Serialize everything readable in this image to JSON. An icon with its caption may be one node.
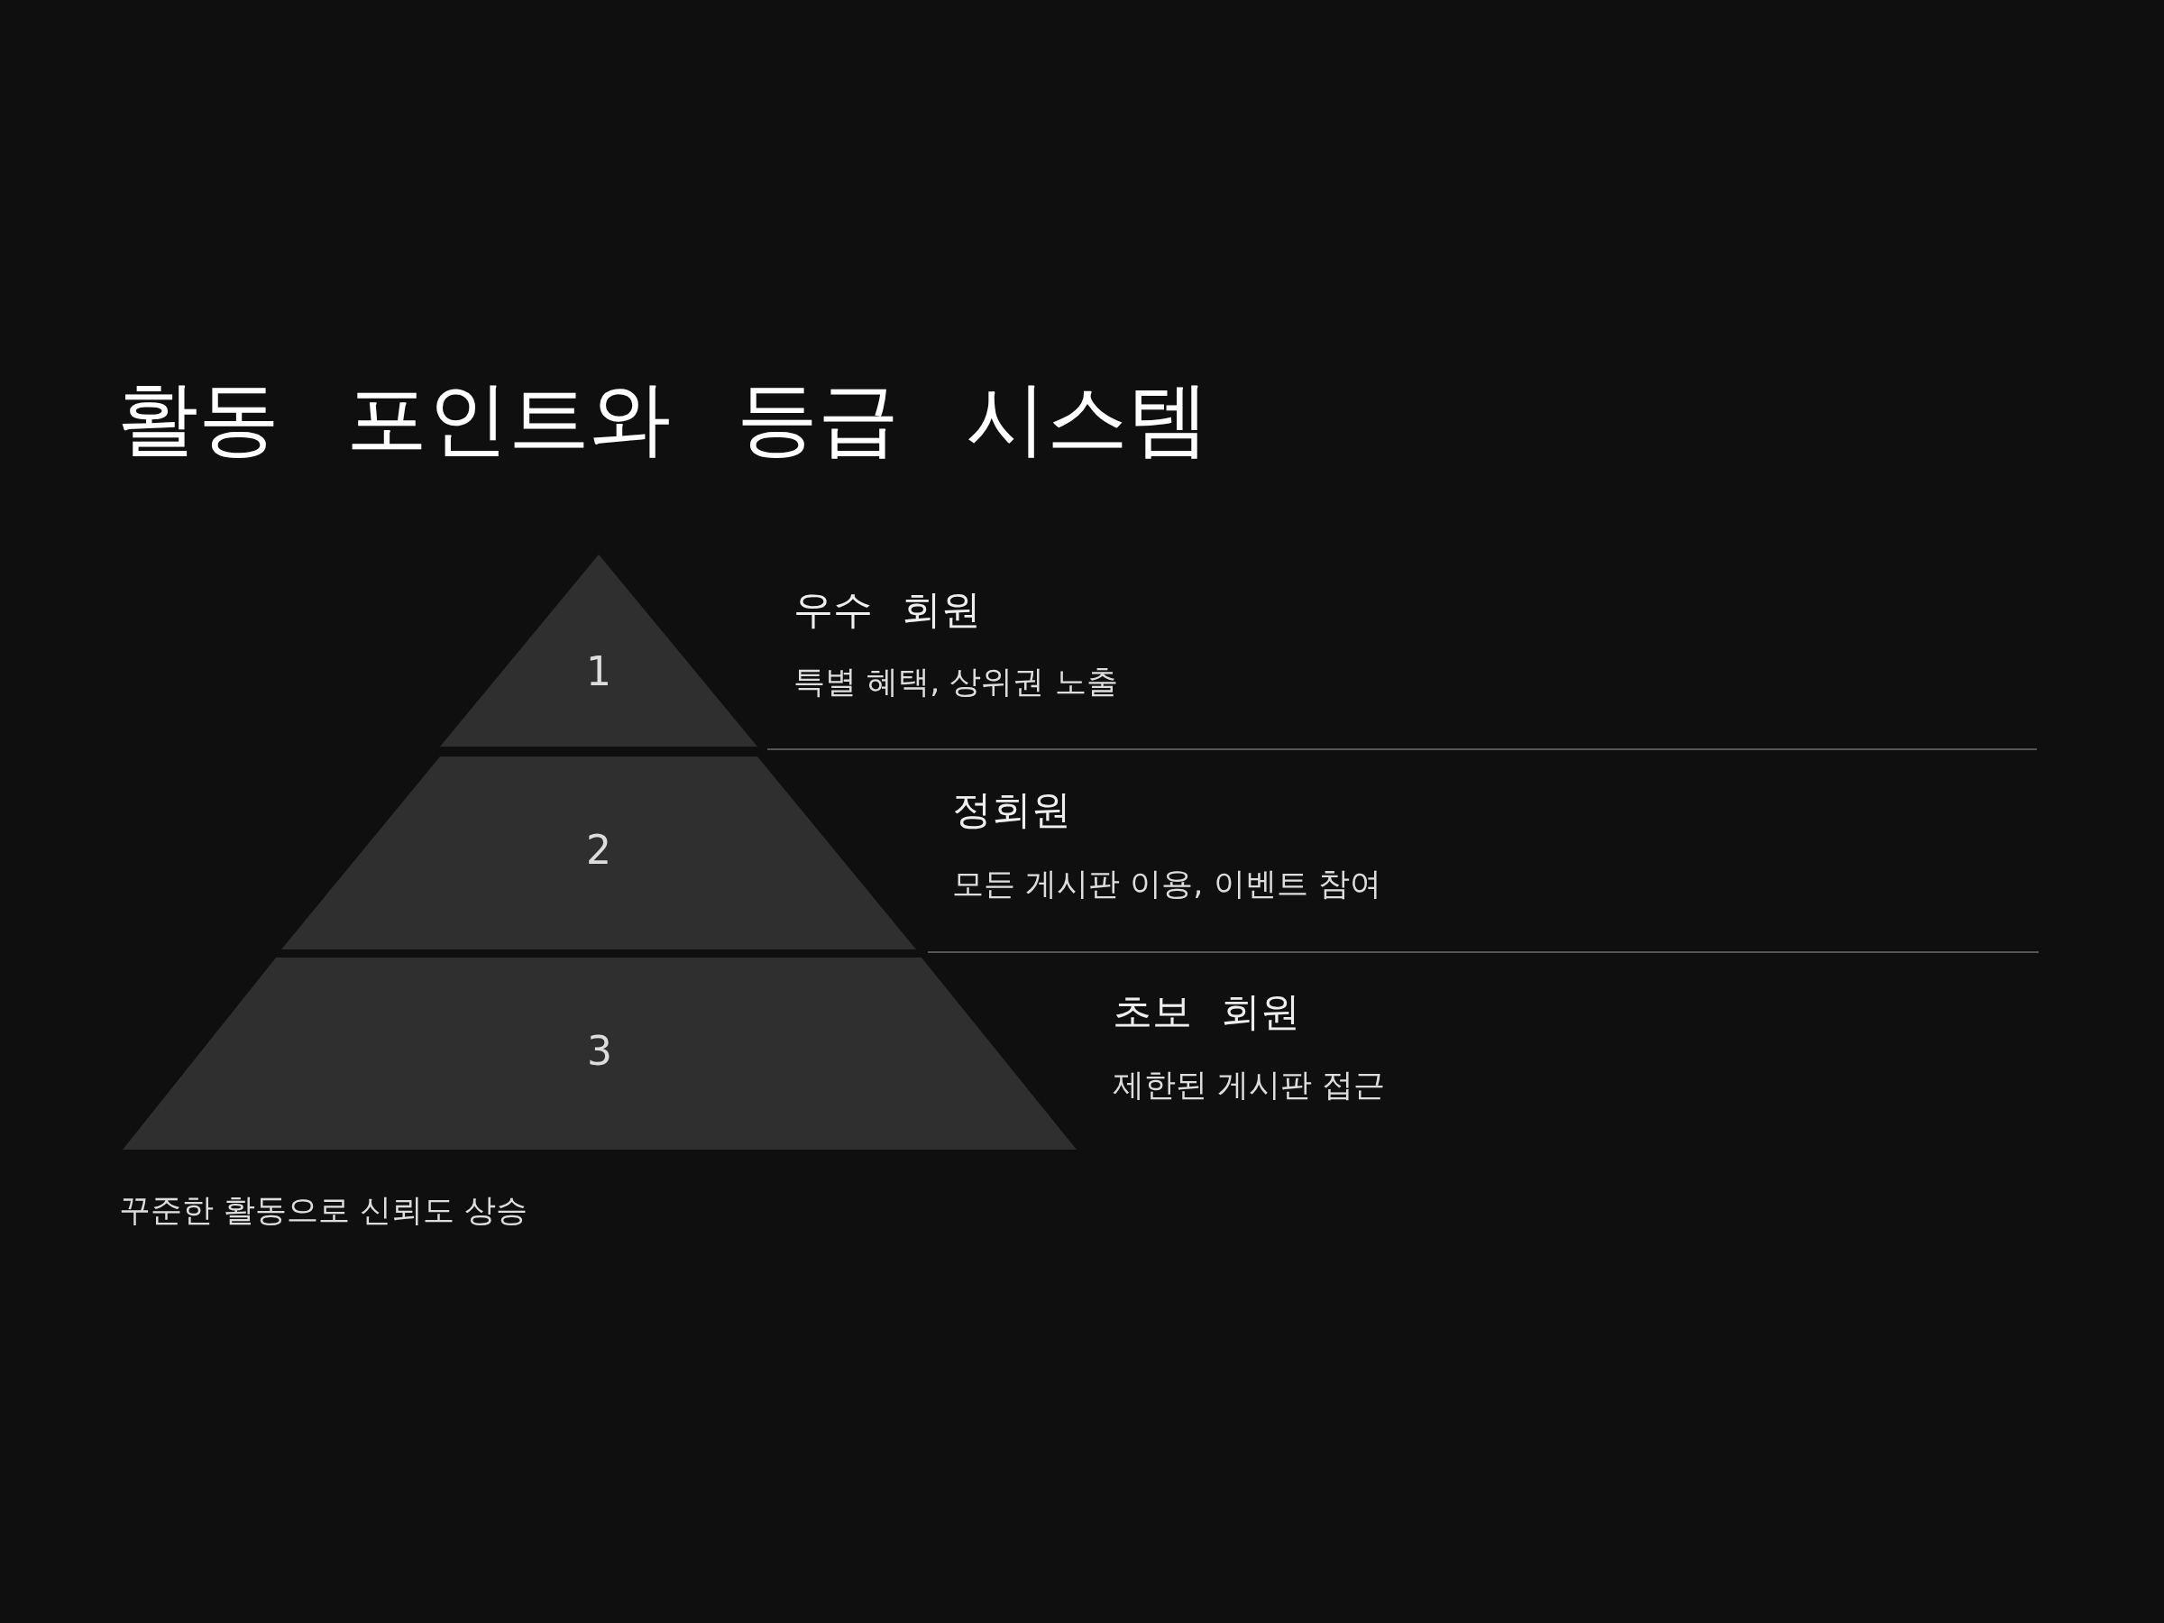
{
  "diagram": {
    "title": "활동 포인트와 등급 시스템",
    "nodes": [
      {
        "text": [
          "1"
        ],
        "beside": [
          "우수 회원",
          "특별 혜택, 상위권 노출"
        ]
      },
      {
        "text": [
          "2"
        ],
        "beside": [
          "정회원",
          "모든 게시판 이용, 이벤트 참여"
        ]
      },
      {
        "text": [
          "3"
        ],
        "beside": [
          "초보 회원",
          "제한된 게시판 접근"
        ]
      }
    ],
    "labels": [
      "꾸준한 활동으로 신뢰도 상승"
    ]
  }
}
